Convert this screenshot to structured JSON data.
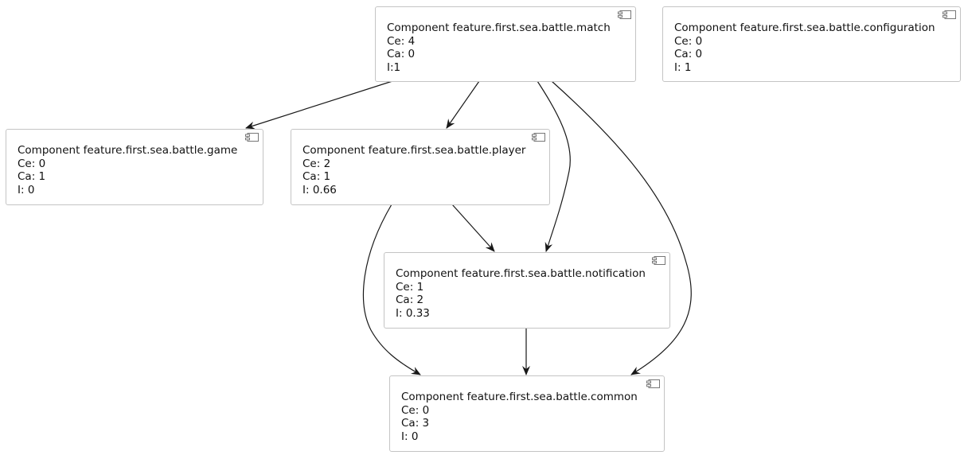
{
  "icon": "uml-component-icon",
  "components": {
    "match": {
      "title": "Component feature.first.sea.battle.match",
      "ce": "Ce: 4",
      "ca": "Ca: 0",
      "i": "I:1"
    },
    "configuration": {
      "title": "Component feature.first.sea.battle.configuration",
      "ce": "Ce: 0",
      "ca": "Ca: 0",
      "i": "I: 1"
    },
    "game": {
      "title": "Component feature.first.sea.battle.game",
      "ce": "Ce: 0",
      "ca": "Ca: 1",
      "i": "I: 0"
    },
    "player": {
      "title": "Component feature.first.sea.battle.player",
      "ce": "Ce: 2",
      "ca": "Ca: 1",
      "i": "I: 0.66"
    },
    "notification": {
      "title": "Component feature.first.sea.battle.notification",
      "ce": "Ce: 1",
      "ca": "Ca: 2",
      "i": "I: 0.33"
    },
    "common": {
      "title": "Component feature.first.sea.battle.common",
      "ce": "Ce: 0",
      "ca": "Ca: 3",
      "i": "I: 0"
    }
  },
  "dependencies": [
    {
      "from": "match",
      "to": "game"
    },
    {
      "from": "match",
      "to": "player"
    },
    {
      "from": "match",
      "to": "notification"
    },
    {
      "from": "match",
      "to": "common"
    },
    {
      "from": "player",
      "to": "notification"
    },
    {
      "from": "player",
      "to": "common"
    },
    {
      "from": "notification",
      "to": "common"
    }
  ]
}
